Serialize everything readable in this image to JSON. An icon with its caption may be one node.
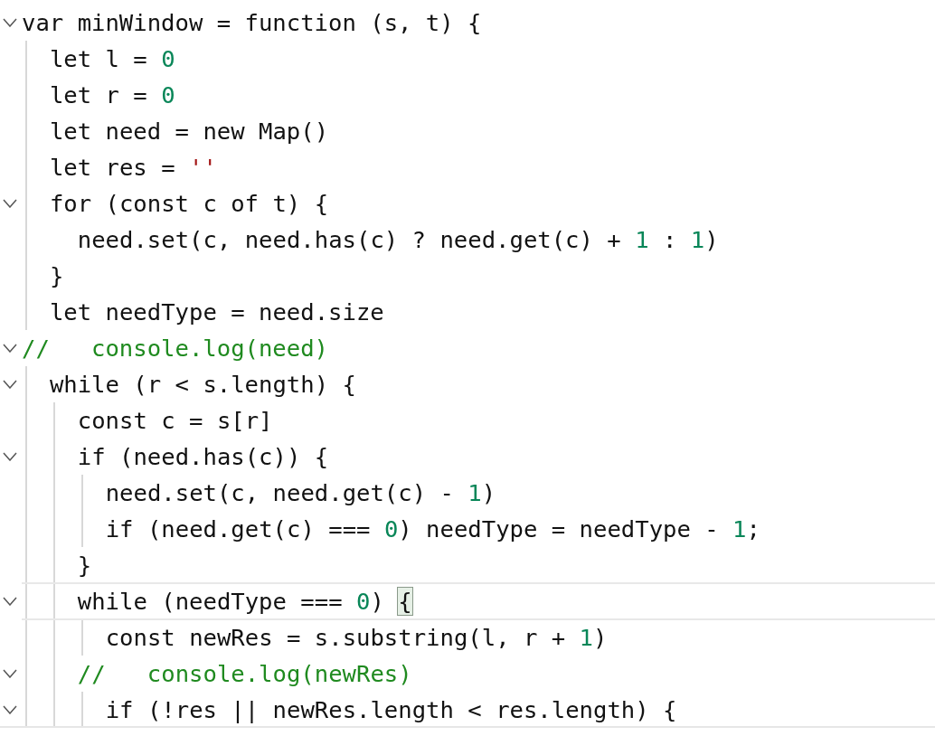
{
  "diagram": {
    "labels": [
      "var minWindow = function (s, t) {",
      "let l = 0",
      "let r = 0",
      "let need = new Map()",
      "let res = ''",
      "for (const c of t) {",
      "need.set(c, need.has(c) ? need.get(c) + 1 : 1)",
      "}",
      "let needType = need.size",
      "//   console.log(need)",
      "while (r < s.length) {",
      "const c = s[r]",
      "if (need.has(c)) {",
      "need.set(c, need.get(c) - 1)",
      "if (need.get(c) === 0) needType = needType - 1;",
      "}",
      "while (needType === 0) {",
      "const newRes = s.substring(l, r + 1)",
      "//   console.log(newRes)",
      "if (!res || newRes.length < res.length) {"
    ]
  }
}
